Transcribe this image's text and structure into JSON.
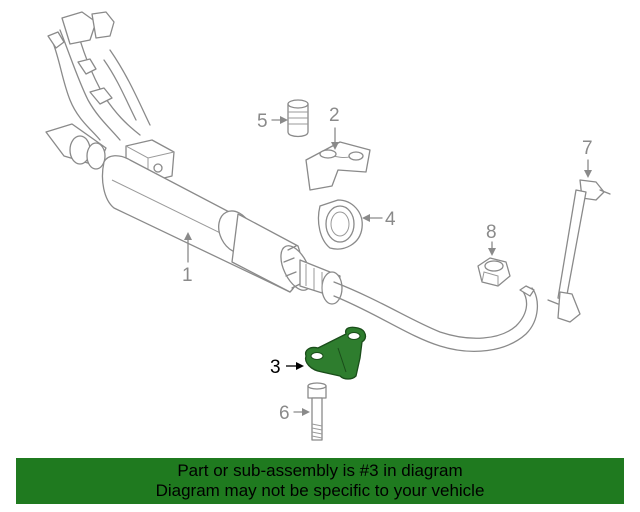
{
  "callouts": {
    "c1": "1",
    "c2": "2",
    "c3": "3",
    "c4": "4",
    "c5": "5",
    "c6": "6",
    "c7": "7",
    "c8": "8"
  },
  "highlight_color": "#2e7d2e",
  "banner": {
    "line1": "Part or sub-assembly is #3 in diagram",
    "line2": "Diagram may not be specific to your vehicle",
    "color": "#1f7a1f"
  }
}
